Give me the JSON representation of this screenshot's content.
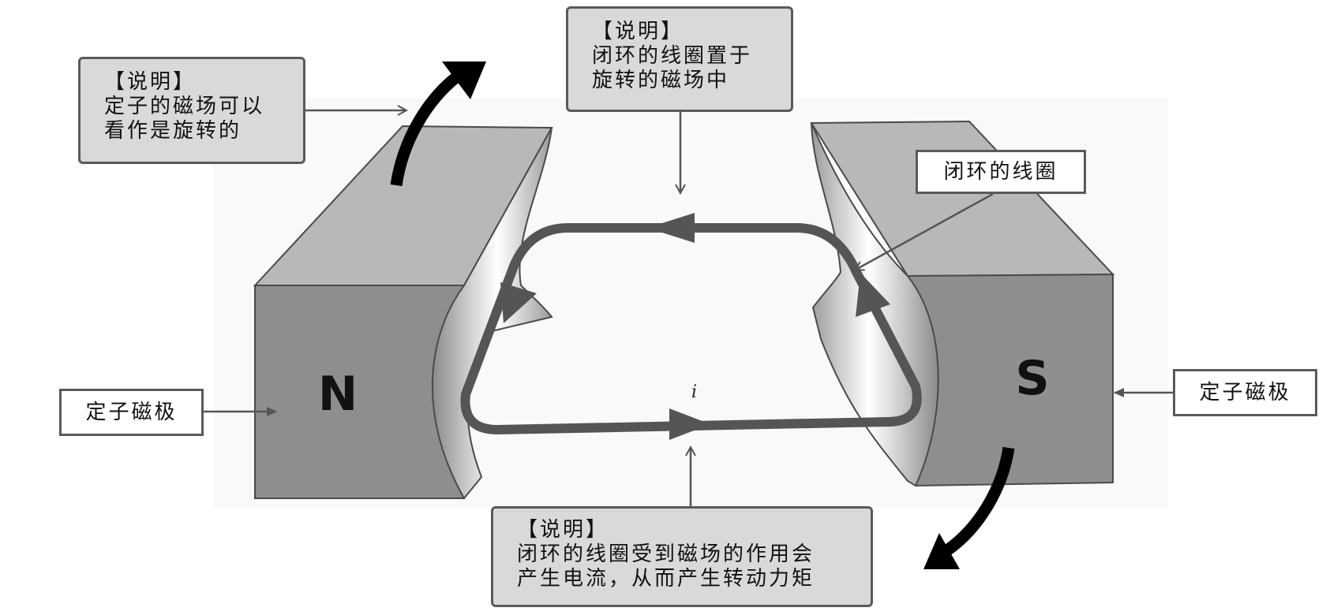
{
  "callouts": {
    "stator_rotating": {
      "lines": [
        "【说明】",
        "定子的磁场可以",
        "看作是旋转的"
      ]
    },
    "closed_loop_in_field": {
      "lines": [
        "【说明】",
        "闭环的线圈置于",
        "旋转的磁场中"
      ]
    },
    "loop_torque": {
      "lines": [
        "【说明】",
        "闭环的线圈受到磁场的作用会",
        "产生电流，从而产生转动力矩"
      ]
    },
    "closed_loop_label": "闭环的线圈",
    "stator_pole_left": "定子磁极",
    "stator_pole_right": "定子磁极"
  },
  "poles": {
    "north": "N",
    "south": "S"
  },
  "current_symbol": "i",
  "colors": {
    "callout_fill": "#d9d9d9",
    "callout_border": "#5a5a5a",
    "magnet_front": "#8c8c8c",
    "magnet_top": "#b9b9b9",
    "loop": "#555555",
    "rotation_arrow": "#000000"
  }
}
